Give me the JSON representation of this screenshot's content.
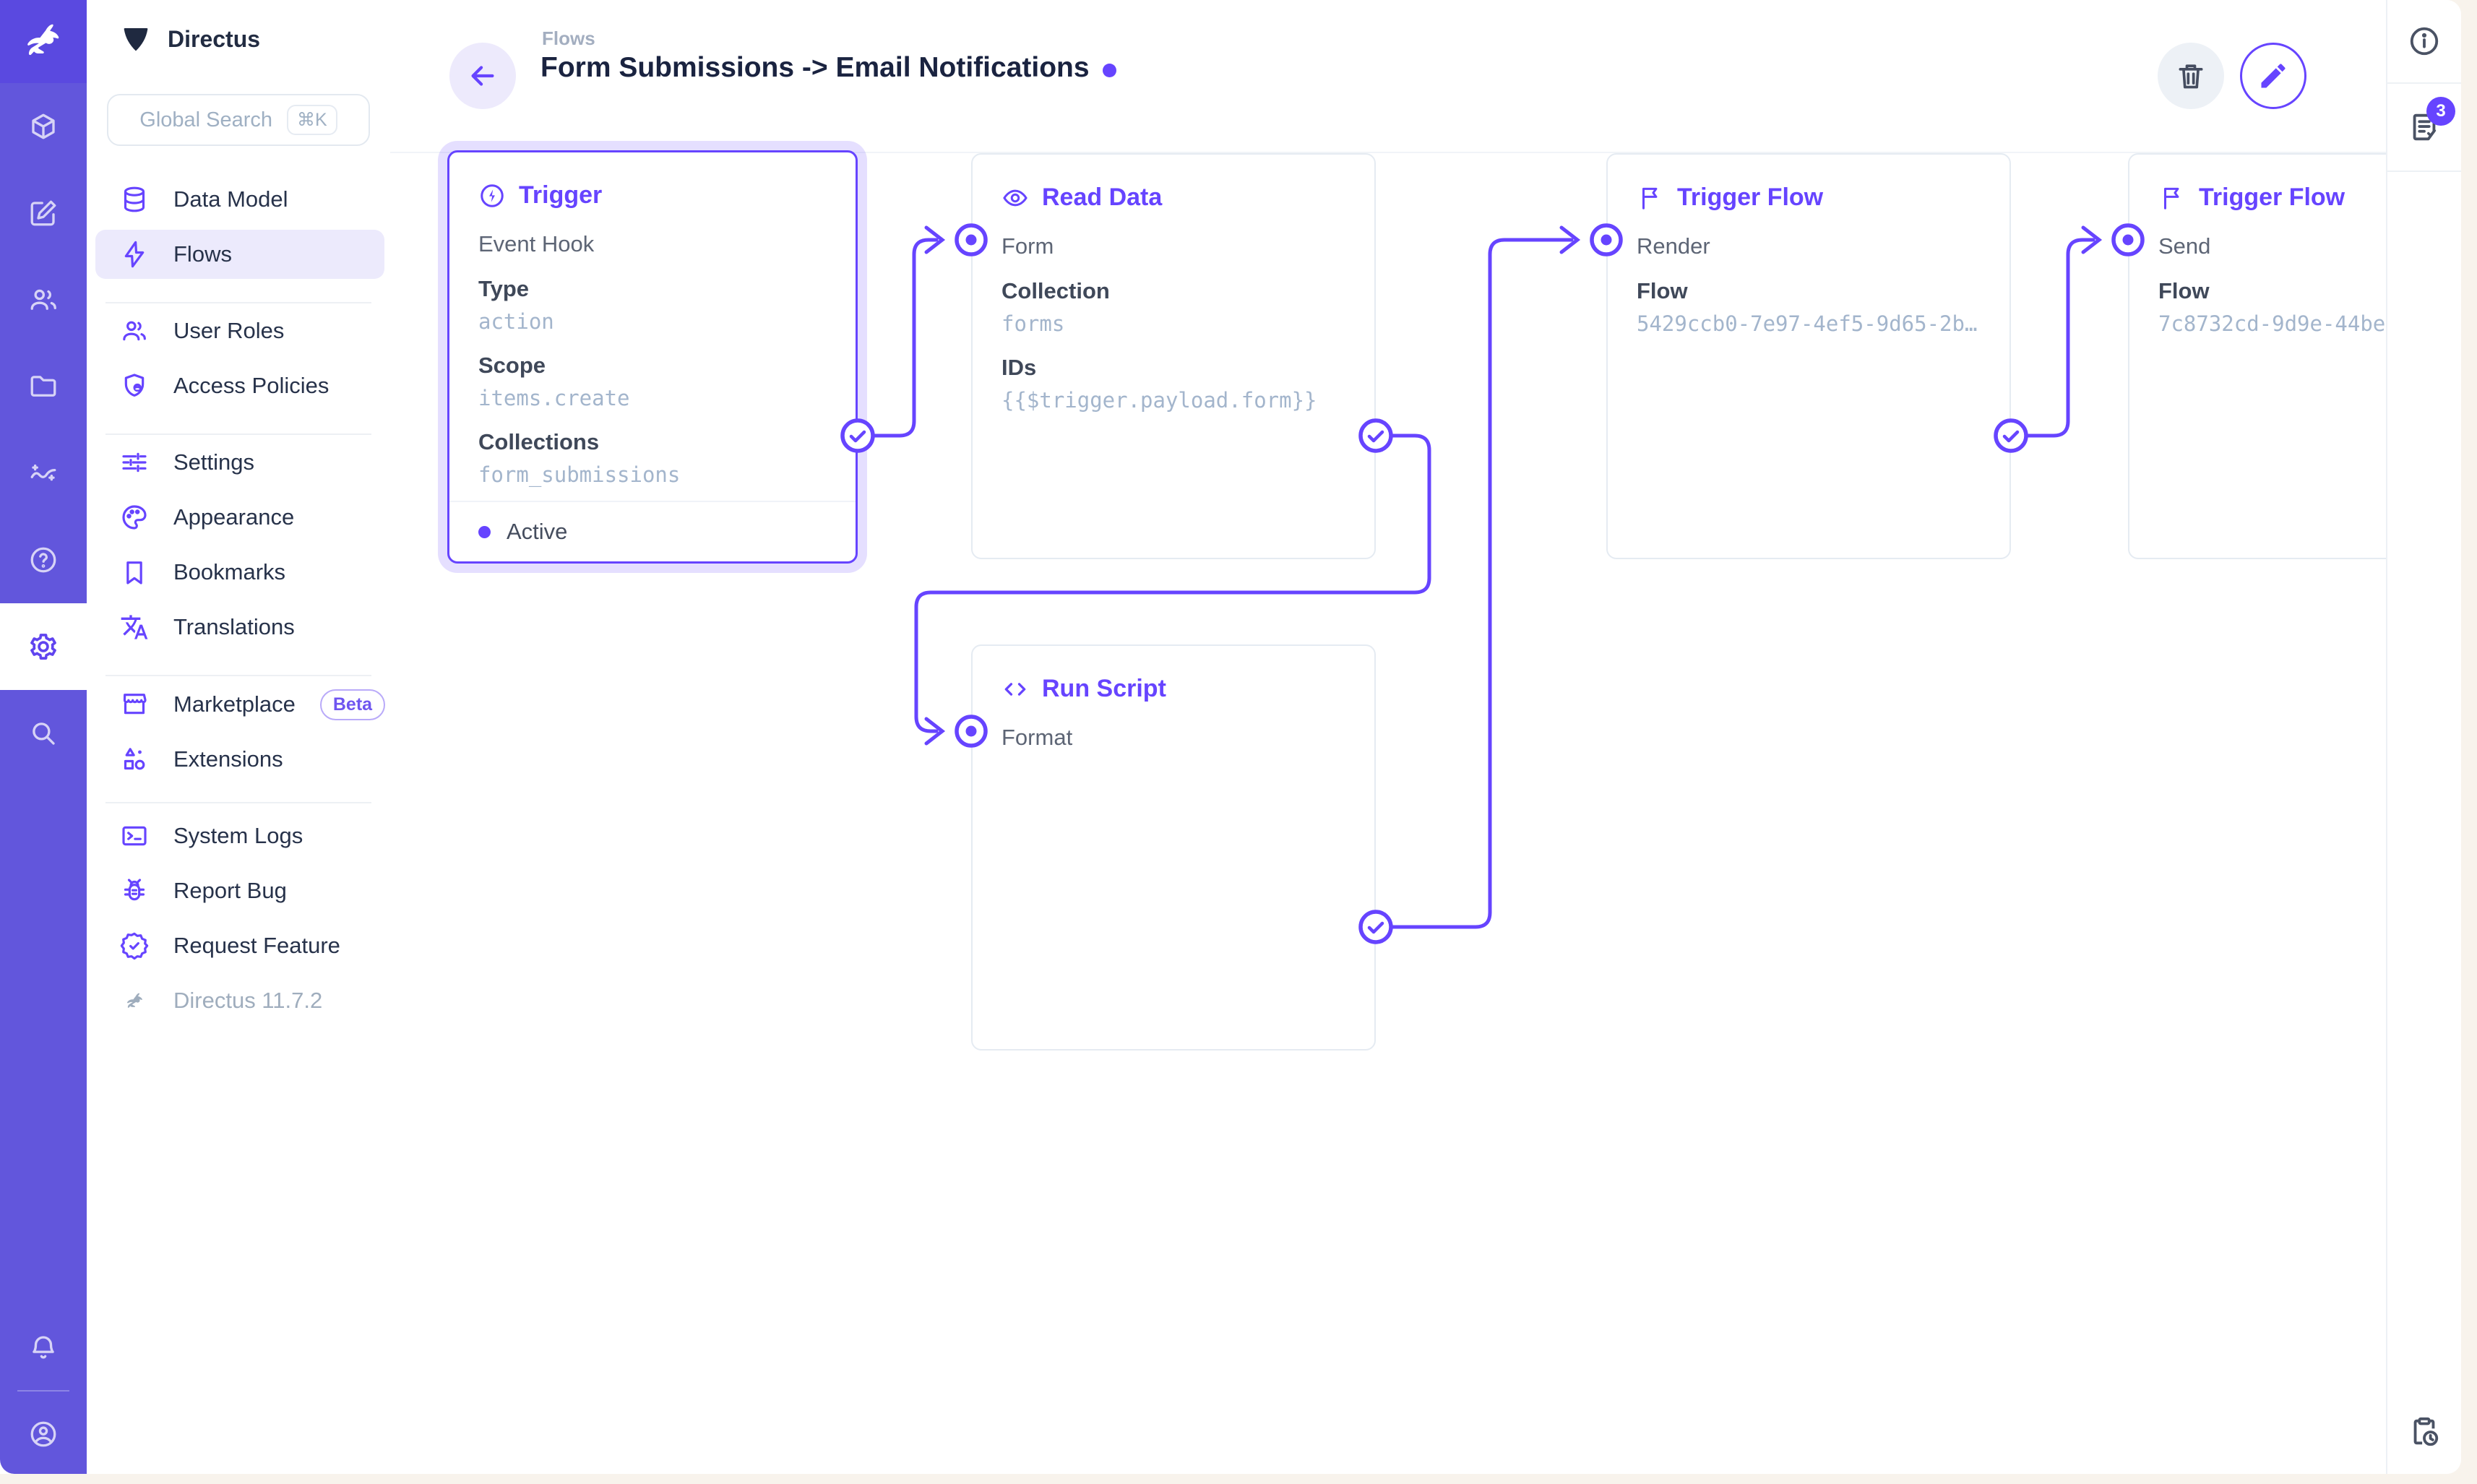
{
  "accent_color": "#6644ff",
  "module_rail": {
    "items": [
      "box",
      "edit",
      "people",
      "folder",
      "insights",
      "help",
      "settings",
      "search"
    ],
    "active_item": "settings",
    "bottom_items": [
      "notifications",
      "user"
    ]
  },
  "sidebar": {
    "project_name": "Directus",
    "search": {
      "placeholder": "Global Search",
      "shortcut": "⌘K"
    },
    "items": {
      "data_model": "Data Model",
      "flows": "Flows",
      "user_roles": "User Roles",
      "access_policies": "Access Policies",
      "settings": "Settings",
      "appearance": "Appearance",
      "bookmarks": "Bookmarks",
      "translations": "Translations",
      "marketplace": "Marketplace",
      "marketplace_badge": "Beta",
      "extensions": "Extensions",
      "system_logs": "System Logs",
      "report_bug": "Report Bug",
      "request_feature": "Request Feature"
    },
    "version": "Directus 11.7.2"
  },
  "header": {
    "breadcrumb": "Flows",
    "title": "Form Submissions -> Email Notifications"
  },
  "flow": {
    "trigger": {
      "title": "Trigger",
      "subtitle": "Event Hook",
      "type_label": "Type",
      "type_value": "action",
      "scope_label": "Scope",
      "scope_value": "items.create",
      "collections_label": "Collections",
      "collections_value": "form_submissions",
      "status": "Active"
    },
    "read_data": {
      "title": "Read Data",
      "input": "Form",
      "collection_label": "Collection",
      "collection_value": "forms",
      "ids_label": "IDs",
      "ids_value": "{{$trigger.payload.form}}"
    },
    "run_script": {
      "title": "Run Script",
      "input": "Format"
    },
    "trigger_flow_render": {
      "title": "Trigger Flow",
      "input": "Render",
      "flow_label": "Flow",
      "flow_value": "5429ccb0-7e97-4ef5-9d65-2b…"
    },
    "trigger_flow_send": {
      "title": "Trigger Flow",
      "input": "Send",
      "flow_label": "Flow",
      "flow_value": "7c8732cd-9d9e-44be"
    }
  },
  "right_rail": {
    "logs_badge": "3"
  }
}
